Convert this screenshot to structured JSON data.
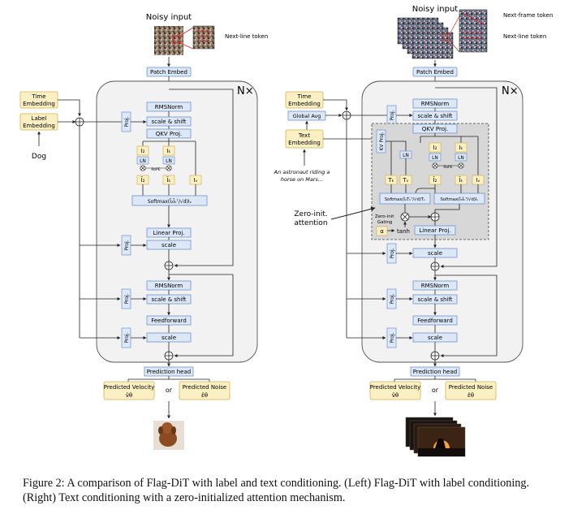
{
  "left": {
    "noisy_input": "Noisy input",
    "next_line_token": "Next-line token",
    "patch_embed": "Patch Embed",
    "nx": "N×",
    "time_embedding": [
      "Time",
      "Embedding"
    ],
    "label_embedding": [
      "Label",
      "Embedding"
    ],
    "dog": "Dog",
    "proj": "Proj.",
    "rmsnorm1": "RMSNorm",
    "scale_shift1": "scale & shift",
    "qkv": "QKV Proj.",
    "iq": "I₂",
    "ik": "Iₖ",
    "ln": "LN",
    "rope": "RoPE",
    "tq": "Ĩ₂",
    "tk": "Ĩₖ",
    "iv": "Iᵥ",
    "softmax": "Softmax(Ĩ₂Ĩₖᵀ/√d)Iᵥ",
    "linear_proj": "Linear Proj.",
    "scale1": "scale",
    "rmsnorm2": "RMSNorm",
    "scale_shift2": "scale & shift",
    "feedforward": "Feedforward",
    "scale2": "scale",
    "prediction_head": "Prediction head",
    "pred_velocity": [
      "Predicted Velocity",
      "v̂θ"
    ],
    "or": "or",
    "pred_noise": [
      "Predicted Noise",
      "ε̂θ"
    ]
  },
  "right": {
    "noisy_input": "Noisy input",
    "next_frame_token": "Next-frame token",
    "next_line_token": "Next-line token",
    "patch_embed": "Patch Embed",
    "nx": "N×",
    "time_embedding": [
      "Time",
      "Embedding"
    ],
    "global_avg": "Global Avg",
    "text_embedding": [
      "Text",
      "Embedding"
    ],
    "prompt": [
      "An astronaut riding a",
      "horse on Mars..."
    ],
    "kv_proj": "KV Proj.",
    "proj": "Proj.",
    "rmsnorm1": "RMSNorm",
    "scale_shift1": "scale & shift",
    "qkv": "QKV Proj.",
    "ln": "LN",
    "tq": "Ĩ₂",
    "tk": "Ĩₖ",
    "iv": "Iᵥ",
    "iq": "I₂",
    "ik": "Iₖ",
    "tc": "Tₖ",
    "tv": "Tᵥ",
    "rope": "RoPE",
    "softmax_text": "Softmax(Ĩ₂Tₖᵀ/√d)Tᵥ",
    "softmax_img": "Softmax(Ĩ₂Ĩₖᵀ/√d)Iᵥ",
    "zero_init_gating": [
      "Zero-init",
      "Gating"
    ],
    "alpha": "α",
    "tanh": "tanh",
    "linear_proj": "Linear Proj.",
    "zero_init_attention": [
      "Zero-init.",
      "attention"
    ],
    "scale1": "scale",
    "rmsnorm2": "RMSNorm",
    "scale_shift2": "scale & shift",
    "feedforward": "Feedforward",
    "scale2": "scale",
    "prediction_head": "Prediction head",
    "pred_velocity": [
      "Predicted Velocity",
      "v̂θ"
    ],
    "or": "or",
    "pred_noise": [
      "Predicted Noise",
      "ε̂θ"
    ]
  },
  "caption": "Figure 2: A comparison of Flag-DiT with label and text conditioning. (Left) Flag-DiT with label conditioning. (Right) Text conditioning with a zero-initialized attention mechanism.",
  "colors": {
    "blue_box": "#dce8f7",
    "blue_border": "#6f94c9",
    "yellow_box": "#fbefc4",
    "yellow_border": "#d6b24e",
    "panel": "#f2f2f2",
    "gray_region": "#d7d7d7",
    "line": "#222222"
  }
}
